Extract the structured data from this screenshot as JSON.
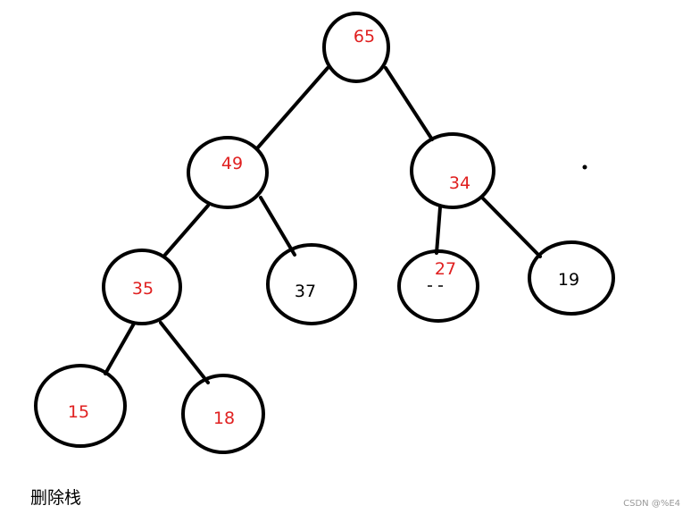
{
  "tree": {
    "nodes": [
      {
        "id": "n65",
        "label": "65",
        "color": "#e02020"
      },
      {
        "id": "n49",
        "label": "49",
        "color": "#e02020"
      },
      {
        "id": "n34",
        "label": "34",
        "color": "#e02020"
      },
      {
        "id": "n35",
        "label": "35",
        "color": "#e02020"
      },
      {
        "id": "n37",
        "label": "37",
        "color": "#000000"
      },
      {
        "id": "n27",
        "label": "27",
        "color": "#e02020"
      },
      {
        "id": "n19",
        "label": "19",
        "color": "#000000"
      },
      {
        "id": "n15",
        "label": "15",
        "color": "#e02020"
      },
      {
        "id": "n18",
        "label": "18",
        "color": "#e02020"
      }
    ],
    "edges": [
      [
        "n65",
        "n49"
      ],
      [
        "n65",
        "n34"
      ],
      [
        "n49",
        "n35"
      ],
      [
        "n49",
        "n37"
      ],
      [
        "n34",
        "n27"
      ],
      [
        "n34",
        "n19"
      ],
      [
        "n35",
        "n15"
      ],
      [
        "n35",
        "n18"
      ]
    ]
  },
  "caption": "删除栈",
  "watermark": "CSDN @%E4"
}
